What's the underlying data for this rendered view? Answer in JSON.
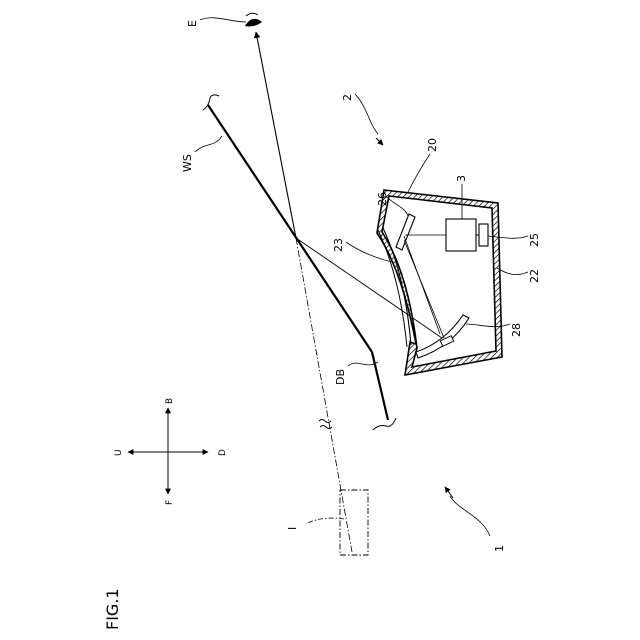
{
  "figure": {
    "caption": "FIG.1",
    "labels": {
      "eye_point": "E",
      "windshield": "WS",
      "dashboard": "DB",
      "virtual_image": "I",
      "vehicle": "1",
      "hud_device": "2",
      "display_unit": "3",
      "housing": "20",
      "upper_case": "22",
      "exit_window": "23",
      "light_source": "25",
      "plane_mirror": "26",
      "concave_mirror": "28"
    },
    "directions": {
      "up": "U",
      "down": "D",
      "front": "F",
      "back": "B"
    },
    "icons": {
      "eye": "eye-icon"
    }
  }
}
